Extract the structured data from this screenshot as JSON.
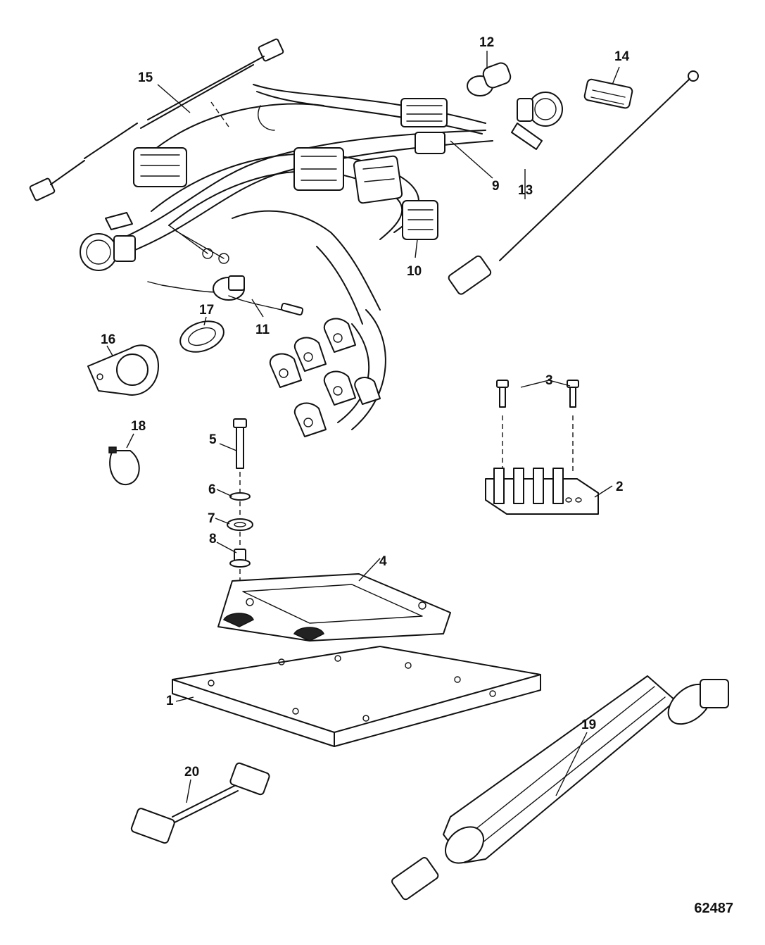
{
  "callouts": {
    "c1": "1",
    "c2": "2",
    "c3": "3",
    "c4": "4",
    "c5": "5",
    "c6": "6",
    "c7": "7",
    "c8": "8",
    "c9": "9",
    "c10": "10",
    "c11": "11",
    "c12": "12",
    "c13": "13",
    "c14": "14",
    "c15": "15",
    "c16": "16",
    "c17": "17",
    "c18": "18",
    "c19": "19",
    "c20": "20"
  },
  "figure_number": "62487",
  "colors": {
    "ink": "#111111",
    "background": "#ffffff"
  }
}
